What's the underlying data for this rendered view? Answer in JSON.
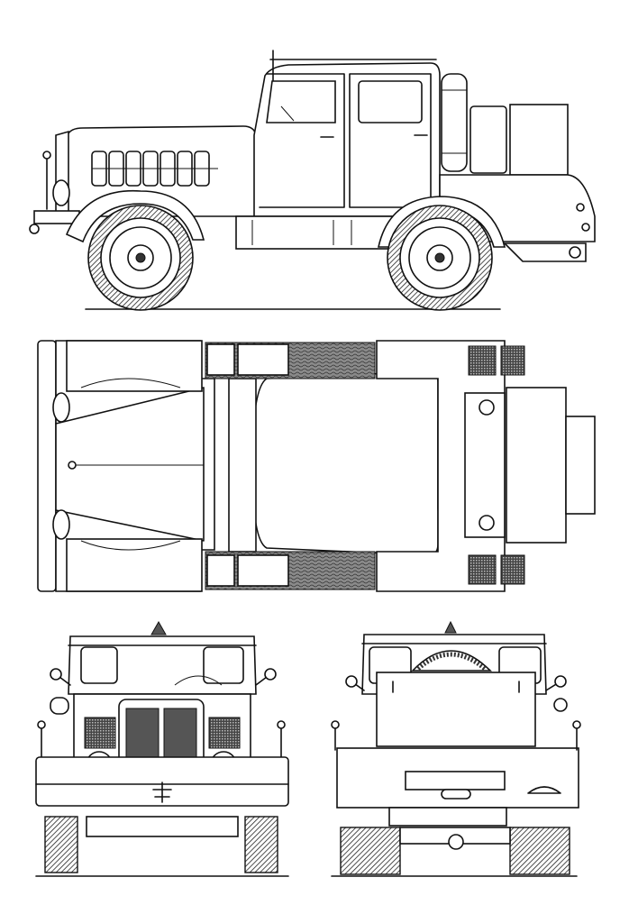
{
  "drawing": {
    "views": [
      "side-view",
      "top-view",
      "front-view",
      "rear-view"
    ],
    "line_color": "#111111",
    "background_color": "#ffffff"
  }
}
